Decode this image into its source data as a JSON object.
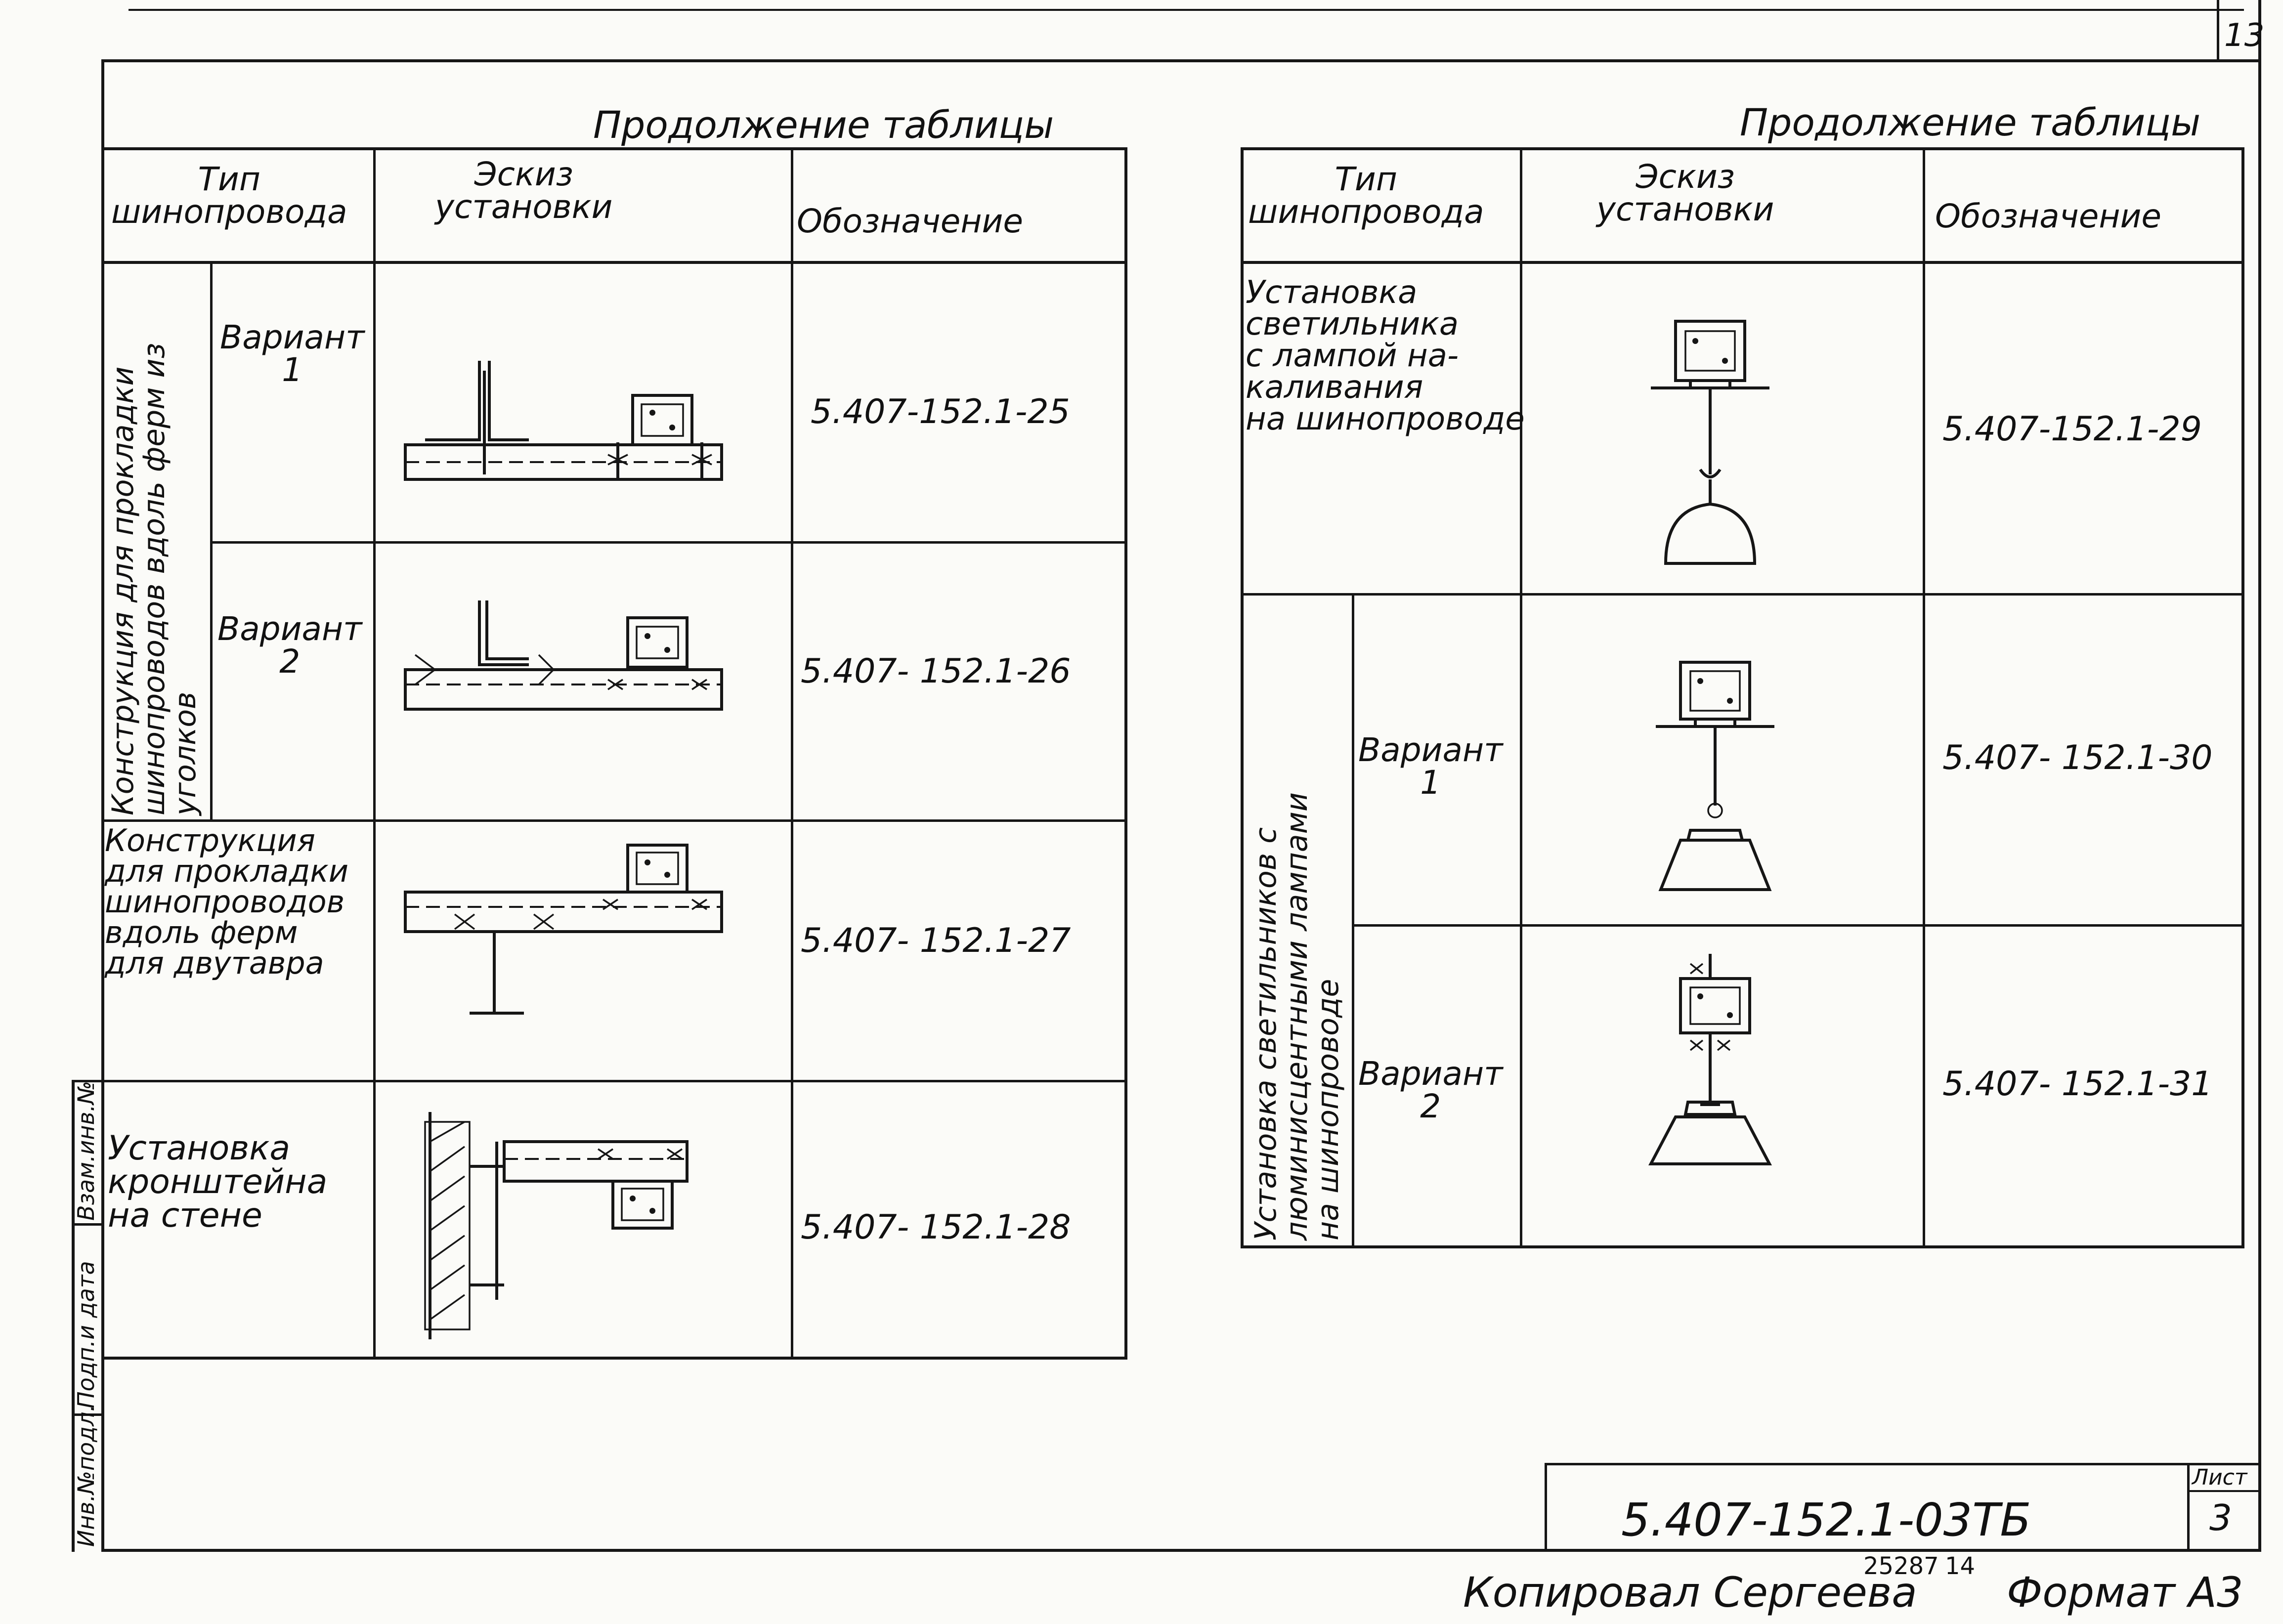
{
  "page_number": "13",
  "left_table": {
    "caption": "Продолжение таблицы",
    "headers": {
      "type": "Тип\nшинопровода",
      "sketch": "Эскиз\nустановки",
      "designation": "Обозначение"
    },
    "group_label": "Конструкция для прокладки\nшинопроводов вдоль ферм из\nуголков",
    "rows": [
      {
        "variant": "Вариант\n1",
        "code": "5.407-152.1-25"
      },
      {
        "variant": "Вариант\n2",
        "code": "5.407- 152.1-26"
      },
      {
        "type": "Конструкция\nдля прокладки\nшинопроводов\nвдоль ферм\nдля двутавра",
        "code": "5.407- 152.1-27"
      },
      {
        "type": "Установка\nкронштейна\nна стене",
        "code": "5.407- 152.1-28"
      }
    ]
  },
  "right_table": {
    "caption": "Продолжение таблицы",
    "headers": {
      "type": "Тип\nшинопровода",
      "sketch": "Эскиз\nустановки",
      "designation": "Обозначение"
    },
    "rows": [
      {
        "type": "Установка\nсветильника\nс лампой на-\nкаливания\nна шинопроводе",
        "code": "5.407-152.1-29"
      },
      {
        "variant": "Вариант\n1",
        "code": "5.407- 152.1-30"
      },
      {
        "variant": "Вариант\n2",
        "code": "5.407- 152.1-31"
      }
    ],
    "group_label": "Установка светильников с\nлюминисцентными лампами\nна шинопроводе"
  },
  "side_stamp": [
    "Взам.инв.№",
    "Подп.и дата",
    "Инв.№подл."
  ],
  "title_block": {
    "document_code": "5.407-152.1-03ТБ",
    "sheet_label": "Лист",
    "sheet_number": "3"
  },
  "footer": {
    "copied_by": "Копировал Сергеева",
    "order_number": "25287",
    "order_suffix": "14",
    "format": "Формат А3"
  }
}
